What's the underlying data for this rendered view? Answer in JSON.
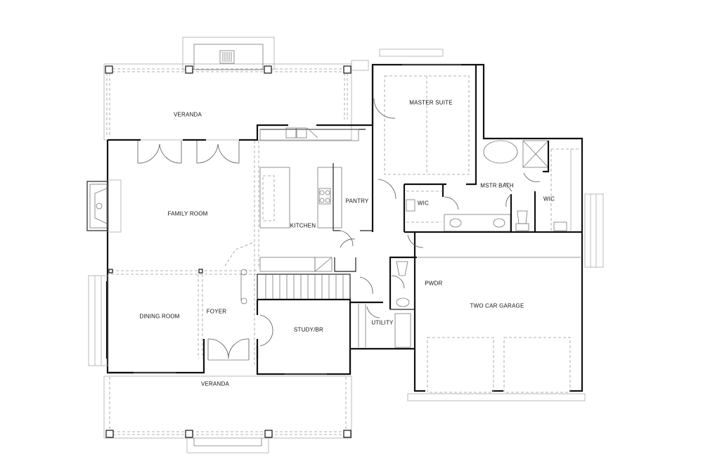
{
  "plan": {
    "type": "floor plan",
    "rooms": {
      "veranda_rear": "VERANDA",
      "family_room": "FAMILY ROOM",
      "kitchen": "KITCHEN",
      "pantry": "PANTRY",
      "master_suite": "MASTER SUITE",
      "master_bath": "MSTR BATH",
      "wic_1": "WIC",
      "wic_2": "WIC",
      "dining_room": "DINING ROOM",
      "foyer": "FOYER",
      "study": "STUDY/BR",
      "utility": "UTILITY",
      "powder": "PWDR",
      "garage": "TWO CAR GARAGE",
      "veranda_front": "VERANDA"
    },
    "colors": {
      "wall": "#111111",
      "fixture": "#777777",
      "dashed": "#999999",
      "background": "#ffffff"
    }
  }
}
